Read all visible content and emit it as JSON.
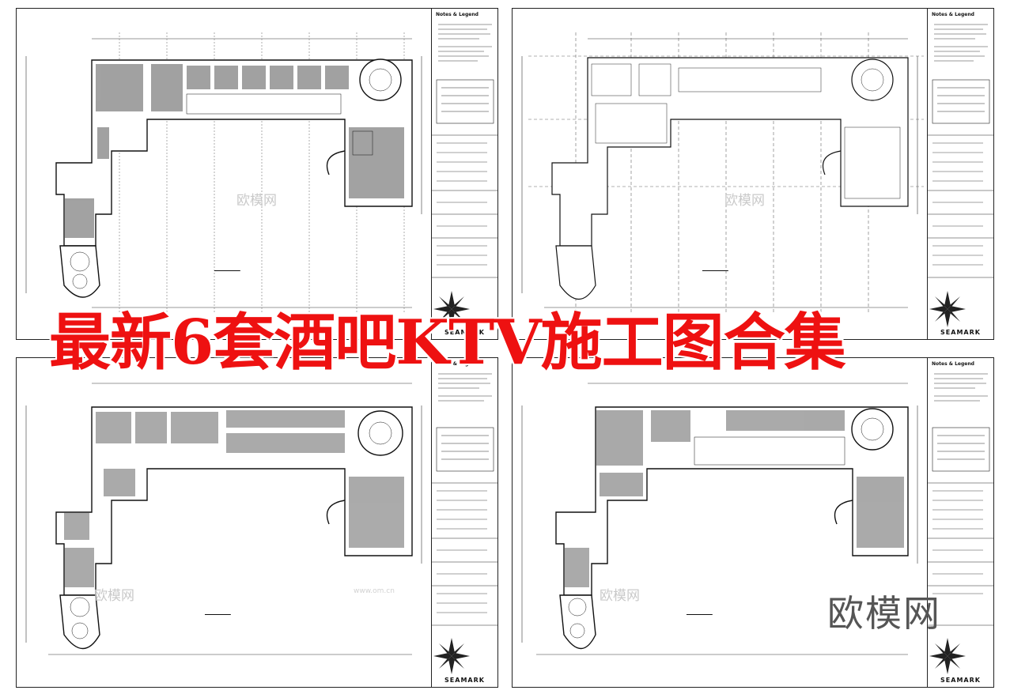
{
  "banner": {
    "title": "最新6套酒吧KTV施工图合集"
  },
  "watermark": {
    "site": "欧模网",
    "corner": "欧模网",
    "url": "www.om.cn"
  },
  "sheets": [
    {
      "id": "sheet-top-left",
      "legend_heading": "Notes & Legend",
      "brand": "SEAMARK"
    },
    {
      "id": "sheet-top-right",
      "legend_heading": "Notes & Legend",
      "brand": "SEAMARK"
    },
    {
      "id": "sheet-bottom-left",
      "legend_heading": "Notes & Legend",
      "brand": "SEAMARK"
    },
    {
      "id": "sheet-bottom-right",
      "legend_heading": "Notes & Legend",
      "brand": "SEAMARK"
    }
  ],
  "colors": {
    "banner": "#ee1111",
    "line": "#222222",
    "watermark": "#c9c9c9"
  }
}
